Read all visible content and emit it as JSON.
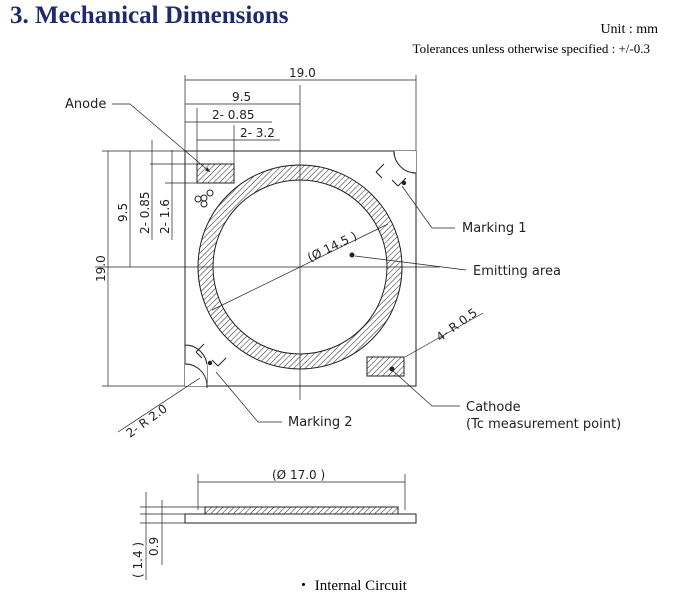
{
  "header": {
    "title": "3. Mechanical Dimensions",
    "unit": "Unit : mm",
    "tolerances": "Tolerances unless otherwise specified : +/-0.3"
  },
  "labels": {
    "anode": "Anode",
    "marking1": "Marking 1",
    "emitting_area": "Emitting area",
    "marking2": "Marking 2",
    "cathode": "Cathode",
    "tc_point": "(Tc measurement point)"
  },
  "dimensions": {
    "width": "19.0",
    "half_width": "9.5",
    "pad_2_085": "2- 0.85",
    "pad_2_32": "2- 3.2",
    "height": "19.0",
    "half_height": "9.5",
    "pad_v_085": "2- 0.85",
    "pad_v_16": "2- 1.6",
    "emit_diam": "(Ø 14.5 )",
    "corner_r05": "4- R 0.5",
    "corner_r20": "2- R 2.0",
    "side_diam": "(Ø 17.0 )",
    "thick_14": "( 1.4 )",
    "thick_09": "0.9"
  },
  "footer": {
    "internal_circuit": "・ Internal Circuit"
  }
}
